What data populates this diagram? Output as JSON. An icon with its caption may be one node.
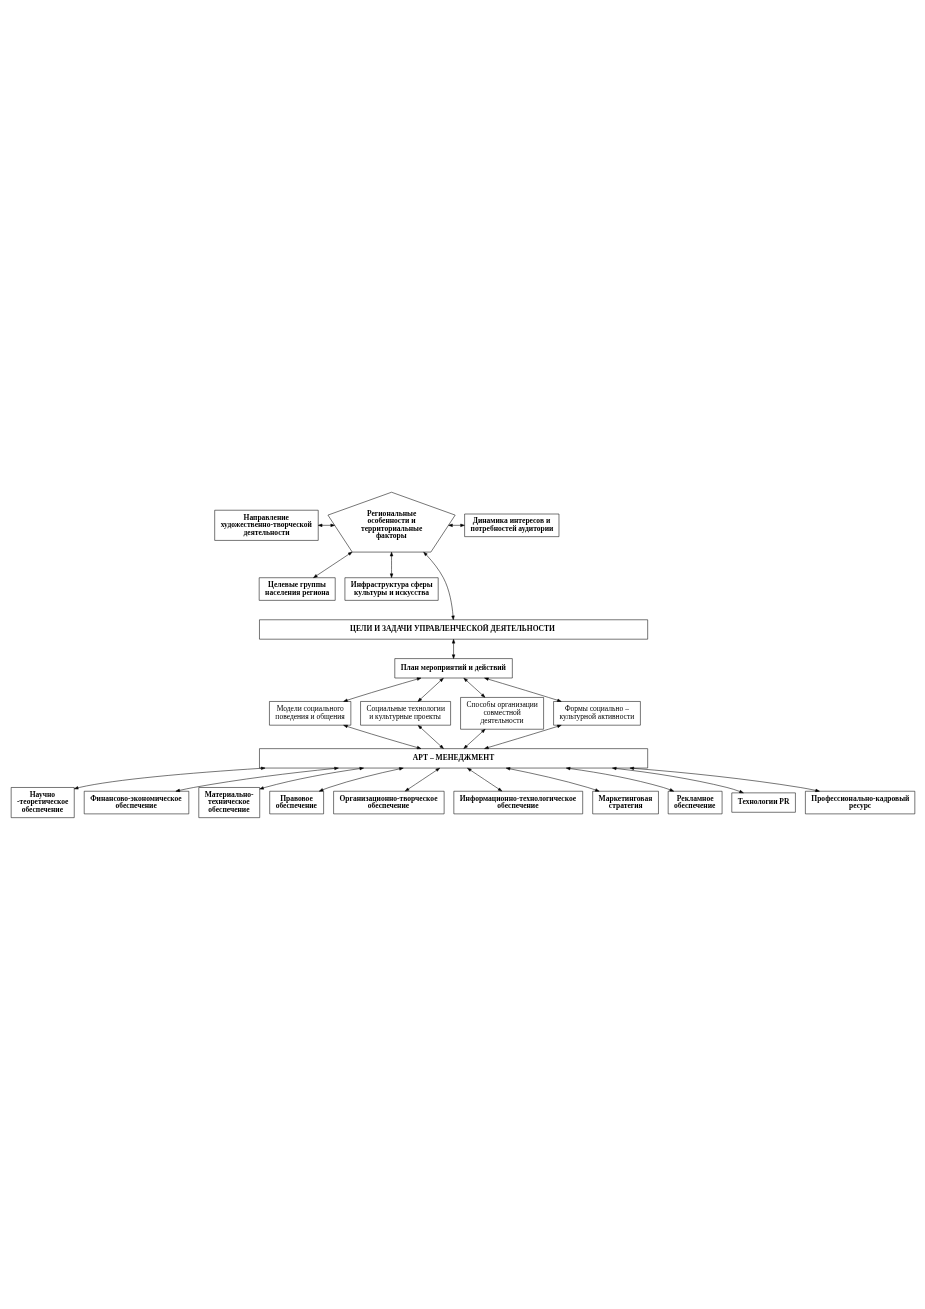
{
  "diagram": {
    "nodes": [
      {
        "text": [
          "Региональные особенности и территориальные факторы"
        ]
      },
      {
        "text": [
          "Направление художественно-творческой деятельности"
        ]
      },
      {
        "text": [
          "Динамика интересов и потребностей аудитории"
        ]
      },
      {
        "text": [
          "Целевые группы населения региона"
        ]
      },
      {
        "text": [
          "Инфраструктура сферы культуры и искусства"
        ]
      },
      {
        "text": [
          "ЦЕЛИ И ЗАДАЧИ УПРАВЛЕНЧЕСКОЙ ДЕЯТЕЛЬНОСТИ"
        ]
      },
      {
        "text": [
          "План мероприятий и действий"
        ]
      },
      {
        "text": [
          "Модели социального поведения и общения"
        ]
      },
      {
        "text": [
          "Социальные технологии и культурные проекты"
        ]
      },
      {
        "text": [
          "Способы организации совместной деятельности"
        ]
      },
      {
        "text": [
          "Формы социально – культурной активности"
        ]
      },
      {
        "text": [
          "АРТ – МЕНЕДЖМЕНТ"
        ]
      },
      {
        "text": [
          "Научно -теоретическое обеспечение"
        ]
      },
      {
        "text": [
          "Финансово-экономическое обеспечение"
        ]
      },
      {
        "text": [
          "Материально- техническое обеспечение"
        ]
      },
      {
        "text": [
          "Правовое обеспечение"
        ]
      },
      {
        "text": [
          "Организационно-творческое обеспечение"
        ]
      },
      {
        "text": [
          "Информационно-технологическое обеспечение"
        ]
      },
      {
        "text": [
          "Маркетинговая стратегия"
        ]
      },
      {
        "text": [
          "Рекламное обеспечение"
        ]
      },
      {
        "text": [
          "Технологии PR"
        ]
      },
      {
        "text": [
          "Профессионально-кадровый ресурс"
        ]
      }
    ],
    "edges": [
      {
        "from": 0,
        "to": 1,
        "arrow": "both"
      },
      {
        "from": 0,
        "to": 2,
        "arrow": "both"
      },
      {
        "from": 0,
        "to": 3,
        "arrow": "both"
      },
      {
        "from": 0,
        "to": 4,
        "arrow": "both"
      },
      {
        "from": 0,
        "to": 5,
        "arrow": "both"
      },
      {
        "from": 5,
        "to": 6,
        "arrow": "both"
      },
      {
        "from": 6,
        "to": 7,
        "arrow": "both"
      },
      {
        "from": 6,
        "to": 8,
        "arrow": "both"
      },
      {
        "from": 6,
        "to": 9,
        "arrow": "both"
      },
      {
        "from": 6,
        "to": 10,
        "arrow": "both"
      },
      {
        "from": 7,
        "to": 11,
        "arrow": "both"
      },
      {
        "from": 8,
        "to": 11,
        "arrow": "both"
      },
      {
        "from": 9,
        "to": 11,
        "arrow": "both"
      },
      {
        "from": 10,
        "to": 11,
        "arrow": "both"
      },
      {
        "from": 11,
        "to": 12,
        "arrow": "both"
      },
      {
        "from": 11,
        "to": 13,
        "arrow": "both"
      },
      {
        "from": 11,
        "to": 14,
        "arrow": "both"
      },
      {
        "from": 11,
        "to": 15,
        "arrow": "both"
      },
      {
        "from": 11,
        "to": 16,
        "arrow": "both"
      },
      {
        "from": 11,
        "to": 17,
        "arrow": "both"
      },
      {
        "from": 11,
        "to": 18,
        "arrow": "both"
      },
      {
        "from": 11,
        "to": 19,
        "arrow": "both"
      },
      {
        "from": 11,
        "to": 20,
        "arrow": "both"
      },
      {
        "from": 11,
        "to": 21,
        "arrow": "both"
      }
    ]
  }
}
